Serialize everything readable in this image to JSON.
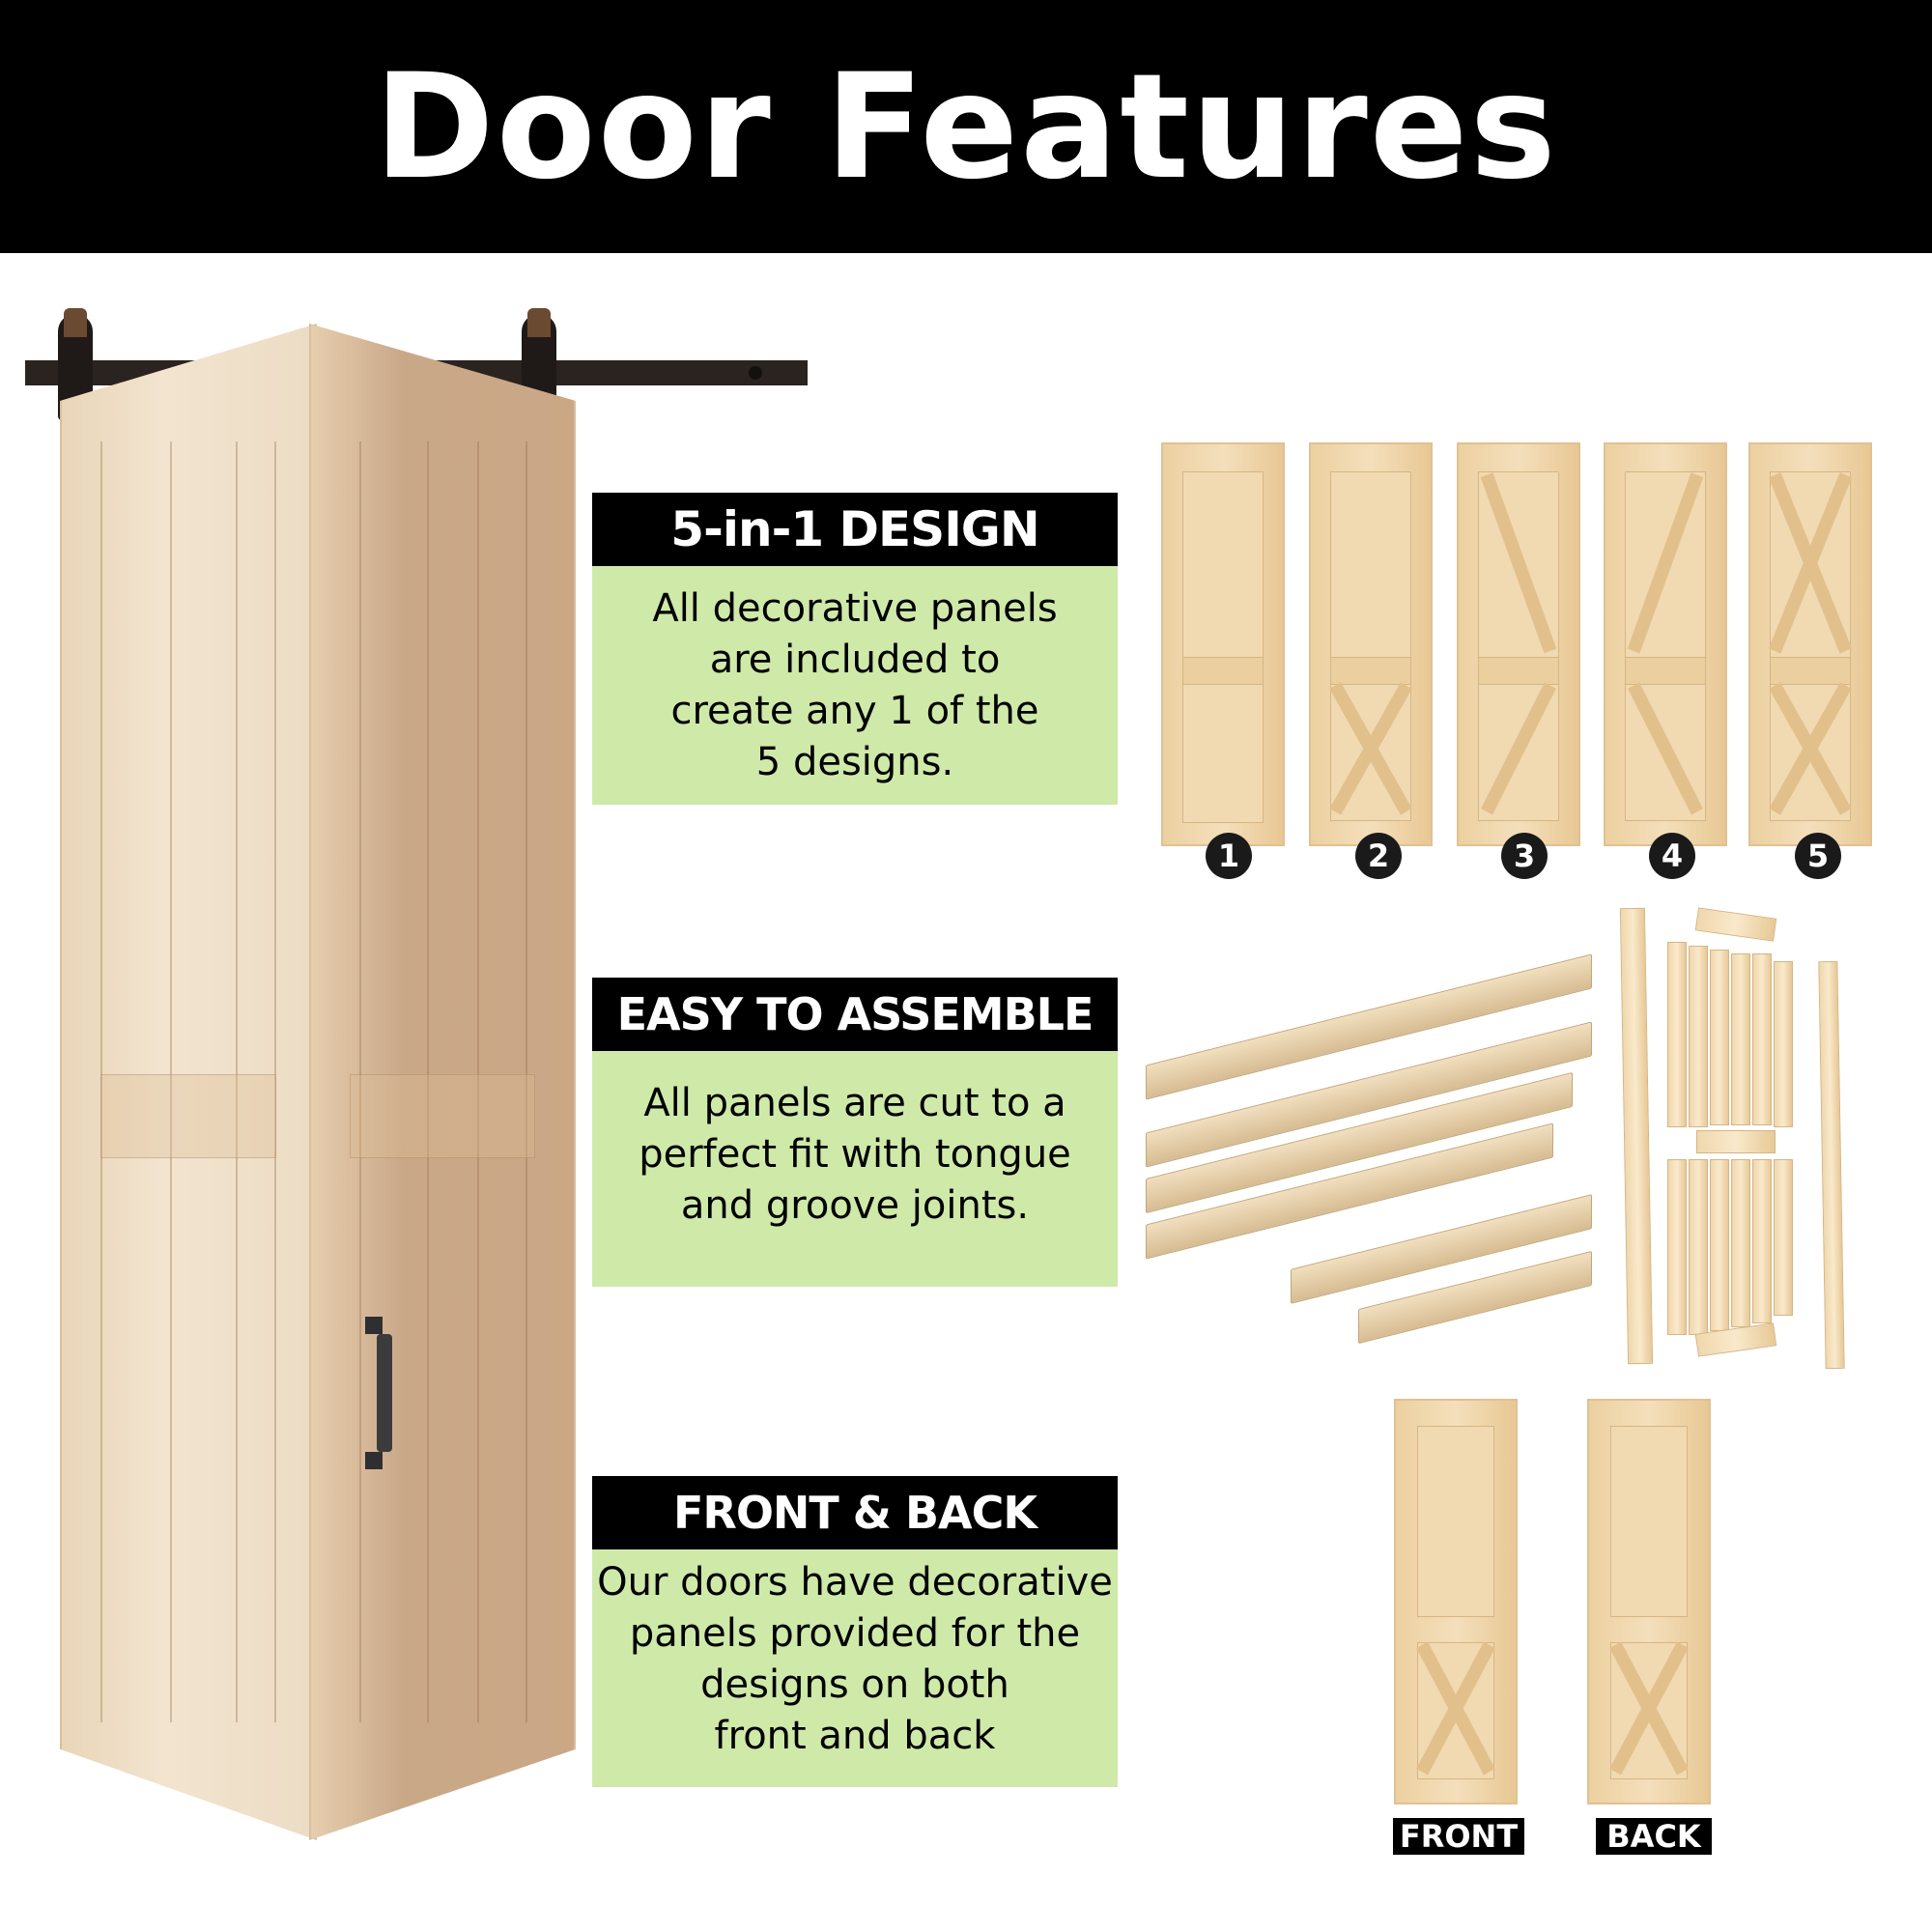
{
  "header": {
    "title": "Door Features"
  },
  "features": [
    {
      "heading": "5-in-1 DESIGN",
      "body_lines": [
        "All decorative panels",
        "are included to",
        "create any 1 of the",
        "5 designs."
      ]
    },
    {
      "heading": "EASY TO ASSEMBLE",
      "body_lines": [
        "All panels are cut to a",
        "perfect fit with tongue",
        "and groove joints."
      ]
    },
    {
      "heading": "FRONT & BACK",
      "body_lines": [
        "Our doors have decorative",
        "panels provided for the",
        "designs on both",
        "front and back"
      ]
    }
  ],
  "designs": [
    {
      "number": "1",
      "style": "two-panel"
    },
    {
      "number": "2",
      "style": "bottom-x"
    },
    {
      "number": "3",
      "style": "top-diagonal-bottom-diagonal"
    },
    {
      "number": "4",
      "style": "top-diagonal-reverse-bottom-diagonal"
    },
    {
      "number": "5",
      "style": "double-x"
    }
  ],
  "front_back": {
    "front_label": "FRONT",
    "back_label": "BACK"
  },
  "colors": {
    "header_bg": "#000000",
    "header_text": "#ffffff",
    "feature_body_bg": "#cfe9a9",
    "badge_bg": "#1a1a1a",
    "wood_light": "#f1dab2"
  }
}
